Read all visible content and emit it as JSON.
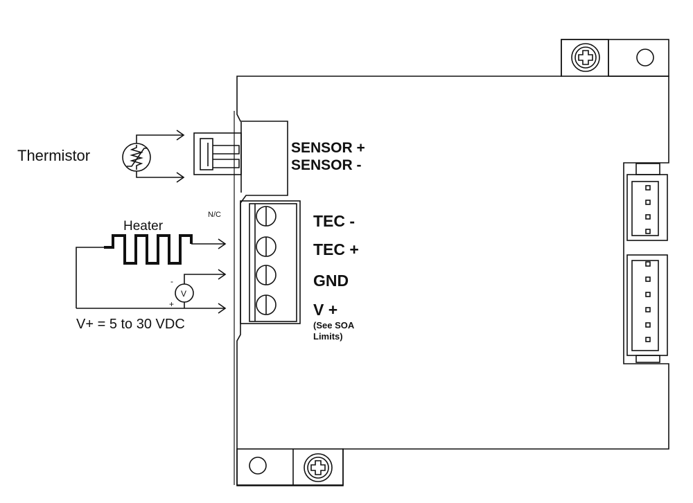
{
  "labels": {
    "thermistor": "Thermistor",
    "heater": "Heater",
    "supply": "V+ = 5 to 30 VDC",
    "nc": "N/C",
    "sensor_plus": "SENSOR +",
    "sensor_minus": "SENSOR -",
    "tec_minus": "TEC -",
    "tec_plus": "TEC +",
    "gnd": "GND",
    "vplus": "V +",
    "soa_line1": "(See SOA",
    "soa_line2": "Limits)",
    "meter_symbol": "V",
    "meter_minus": "-",
    "meter_plus": "+"
  },
  "colors": {
    "line": "#111111",
    "background": "#ffffff"
  },
  "icons": [
    "screw-terminal-icon",
    "mounting-screw-icon",
    "thermistor-symbol-icon",
    "voltmeter-icon",
    "heater-resistor-icon"
  ]
}
